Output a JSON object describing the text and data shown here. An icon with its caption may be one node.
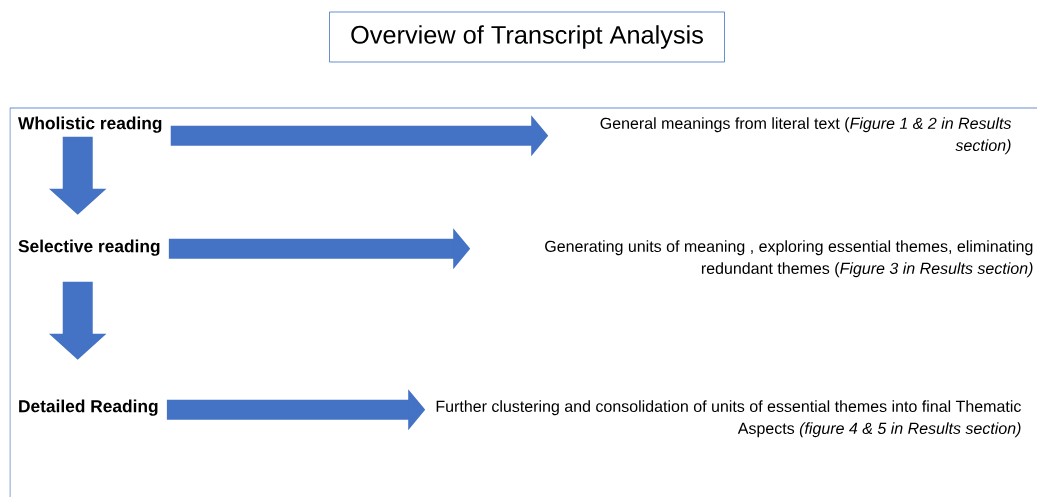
{
  "diagram": {
    "title": "Overview of Transcript Analysis",
    "nodes": [
      {
        "text": [],
        "shape": "box"
      },
      {
        "text": [
          "Wholistic reading"
        ],
        "in": 0
      },
      {
        "text": [
          "General meanings from literal text (*Figure 1 & 2 in Results section)*"
        ],
        "in": 0
      },
      {
        "text": [
          "Selective reading"
        ],
        "in": 0
      },
      {
        "text": [
          "Generating units of meaning , exploring essential themes, eliminating redundant themes (*Figure 3 in Results section)*"
        ],
        "in": 0
      },
      {
        "text": [
          "Detailed Reading"
        ],
        "in": 0
      },
      {
        "text": [
          "Further clustering and consolidation of units of essential themes into final Thematic Aspects *(figure 4 & 5 in Results section)*"
        ],
        "in": 0
      }
    ],
    "edges": [
      {
        "from": 1,
        "to": 2,
        "arrow": "to"
      },
      {
        "from": 1,
        "to": 3,
        "arrow": "to"
      },
      {
        "from": 3,
        "to": 4,
        "arrow": "to"
      },
      {
        "from": 3,
        "to": 5,
        "arrow": "to"
      },
      {
        "from": 5,
        "to": 6,
        "arrow": "to"
      }
    ]
  }
}
